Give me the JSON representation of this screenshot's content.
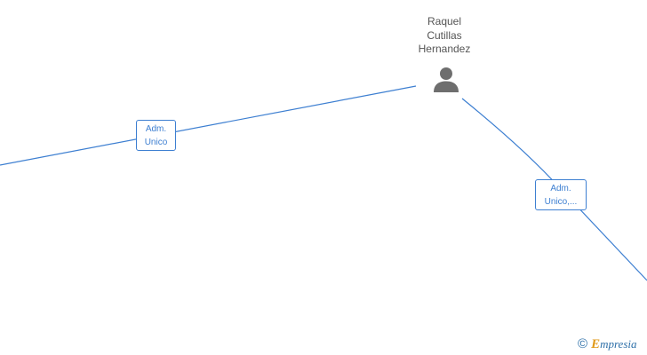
{
  "nodes": {
    "person": {
      "name_lines": [
        "Raquel",
        "Cutillas",
        "Hernandez"
      ],
      "icon": "person-icon",
      "icon_color": "#6e6e6e"
    }
  },
  "edges": [
    {
      "label_lines": [
        "Adm.",
        "Unico"
      ]
    },
    {
      "label_lines": [
        "Adm.",
        "Unico,..."
      ]
    }
  ],
  "colors": {
    "edge": "#3d7fd1",
    "label_text": "#3d7fd1",
    "node_text": "#555555"
  },
  "watermark": {
    "copyright_symbol": "©",
    "brand_initial": "E",
    "brand_rest": "mpresia"
  }
}
